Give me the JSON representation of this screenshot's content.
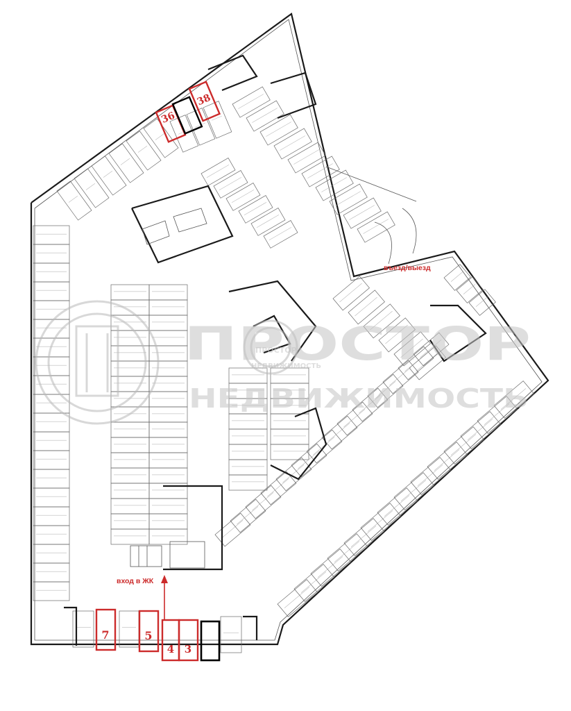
{
  "plan": {
    "highlighted_spaces": [
      {
        "label": "36",
        "color": "#cc2b2b"
      },
      {
        "label": "38",
        "color": "#cc2b2b"
      },
      {
        "label": "7",
        "color": "#cc2b2b"
      },
      {
        "label": "5",
        "color": "#cc2b2b"
      },
      {
        "label": "4",
        "color": "#cc2b2b"
      },
      {
        "label": "3",
        "color": "#cc2b2b"
      }
    ],
    "entrance_label": "въезд/выезд",
    "residential_entry_label": "вход в ЖК",
    "accent_color": "#cc2b2b",
    "selected_outline_color": "#000000"
  },
  "watermark": {
    "brand_line_1": "ПРОСТОР",
    "brand_line_2": "НЕДВИЖИМОСТЬ",
    "logo_icon": "prostor-logo-icon"
  },
  "compass_icon": "arrow-up-icon"
}
